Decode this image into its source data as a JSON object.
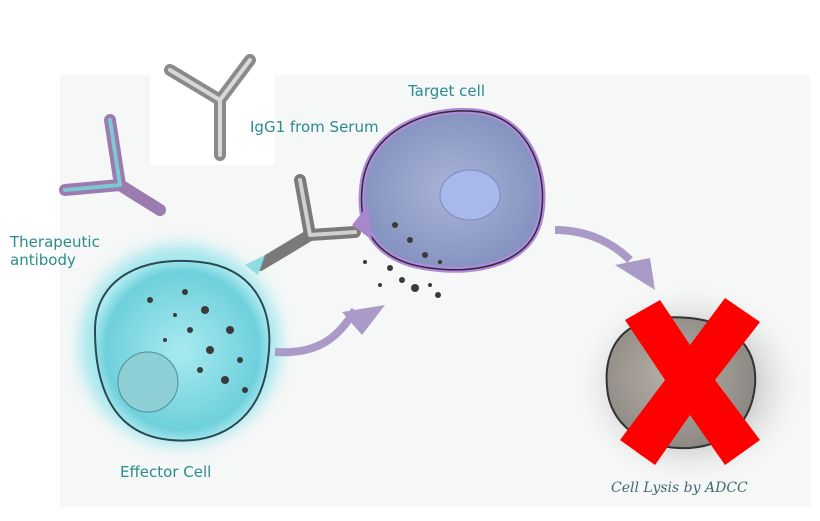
{
  "labels": {
    "therapeutic_antibody": "Therapeutic antibody",
    "igg1": "IgG1  from Serum",
    "target_cell": "Target cell",
    "effector_cell": "Effector Cell",
    "cell_lysis": "Cell Lysis by ADCC"
  },
  "colors": {
    "label_text": "#2a8c8c",
    "effector_cell": "#7fd8e0",
    "target_cell": "#8f9cc8",
    "cross": "#ff0000",
    "arrow": "#a99ac8"
  }
}
